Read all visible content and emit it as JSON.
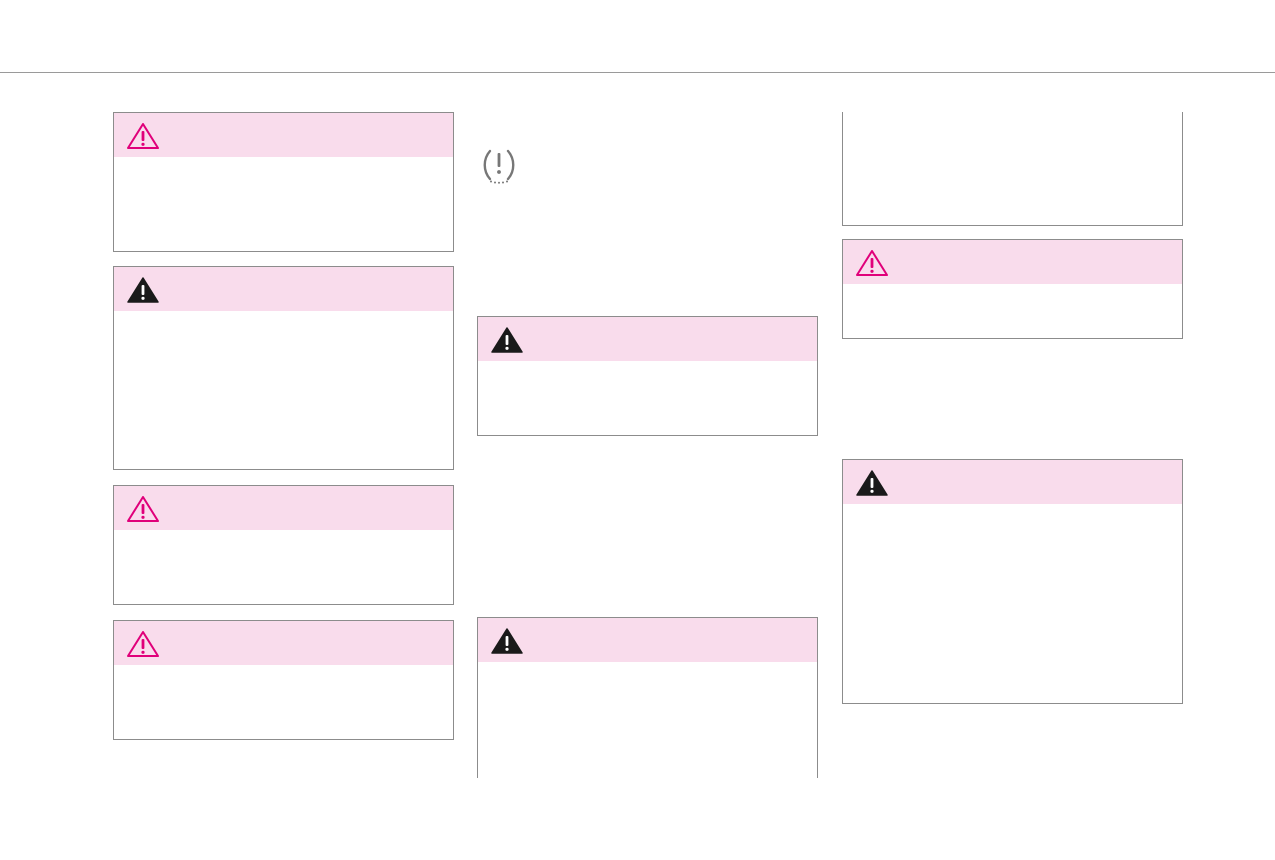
{
  "colors": {
    "header_bg": "#f9dcec",
    "caution_icon": "#e0007a",
    "warning_icon": "#1a1a1a",
    "border": "#8c8c8c",
    "tpms_icon": "#777777"
  },
  "icons": {
    "caution": "caution-outline-triangle-icon",
    "warning": "warning-filled-triangle-icon",
    "tpms": "tire-pressure-warning-icon"
  },
  "boxes": [
    {
      "id": "c1-b1",
      "kind": "caution"
    },
    {
      "id": "c1-b2",
      "kind": "warning"
    },
    {
      "id": "c1-b3",
      "kind": "caution"
    },
    {
      "id": "c1-b4",
      "kind": "caution"
    },
    {
      "id": "c2-b1",
      "kind": "warning"
    },
    {
      "id": "c2-b2",
      "kind": "warning"
    },
    {
      "id": "c3-b0",
      "kind": "continued"
    },
    {
      "id": "c3-b1",
      "kind": "caution"
    },
    {
      "id": "c3-b2",
      "kind": "warning"
    }
  ]
}
